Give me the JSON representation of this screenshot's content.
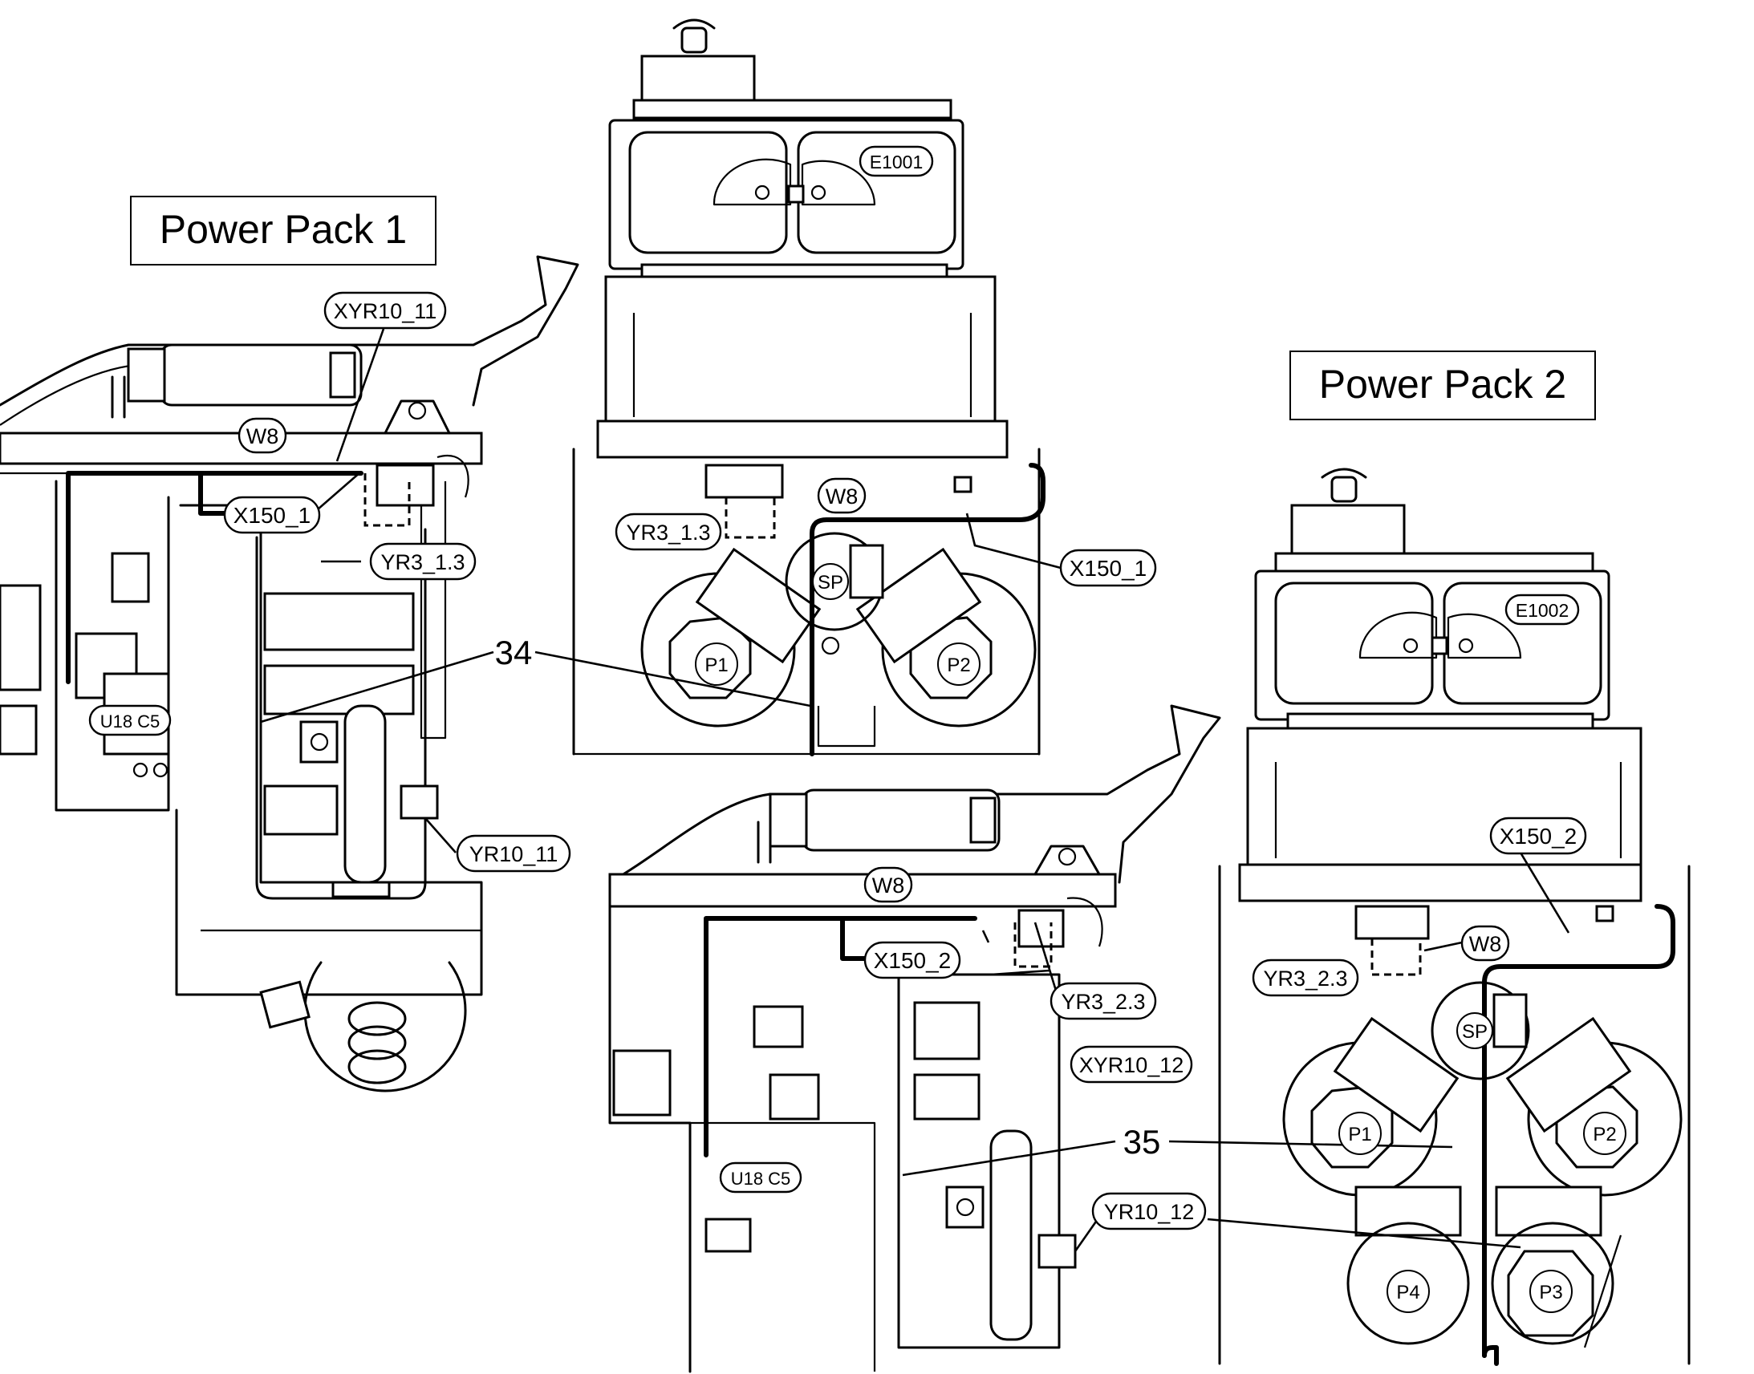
{
  "titles": {
    "power_pack_1": "Power Pack 1",
    "power_pack_2": "Power Pack 2"
  },
  "callouts": {
    "pp1_w8": "W8",
    "pp1_xyr10_11": "XYR10_11",
    "pp1_x150_1": "X150_1",
    "pp1_yr3_1_3": "YR3_1.3",
    "pp1_u18_c5": "U18 C5",
    "pp1_yr10_11": "YR10_11",
    "top_e1001": "E1001",
    "top_w8": "W8",
    "top_yr3_1_3": "YR3_1.3",
    "top_x150_1": "X150_1",
    "top_sp": "SP",
    "top_p1": "P1",
    "top_p2": "P2",
    "mid_w8": "W8",
    "mid_x150_2": "X150_2",
    "mid_yr3_2_3": "YR3_2.3",
    "mid_xyr10_12": "XYR10_12",
    "mid_u18_c5": "U18 C5",
    "mid_yr10_12": "YR10_12",
    "pp2_e1002": "E1002",
    "pp2_x150_2": "X150_2",
    "pp2_w8": "W8",
    "pp2_yr3_2_3": "YR3_2.3",
    "pp2_sp": "SP",
    "pp2_p1": "P1",
    "pp2_p2": "P2",
    "pp2_p3": "P3",
    "pp2_p4": "P4"
  },
  "item_numbers": {
    "item_34": "34",
    "item_35": "35"
  }
}
